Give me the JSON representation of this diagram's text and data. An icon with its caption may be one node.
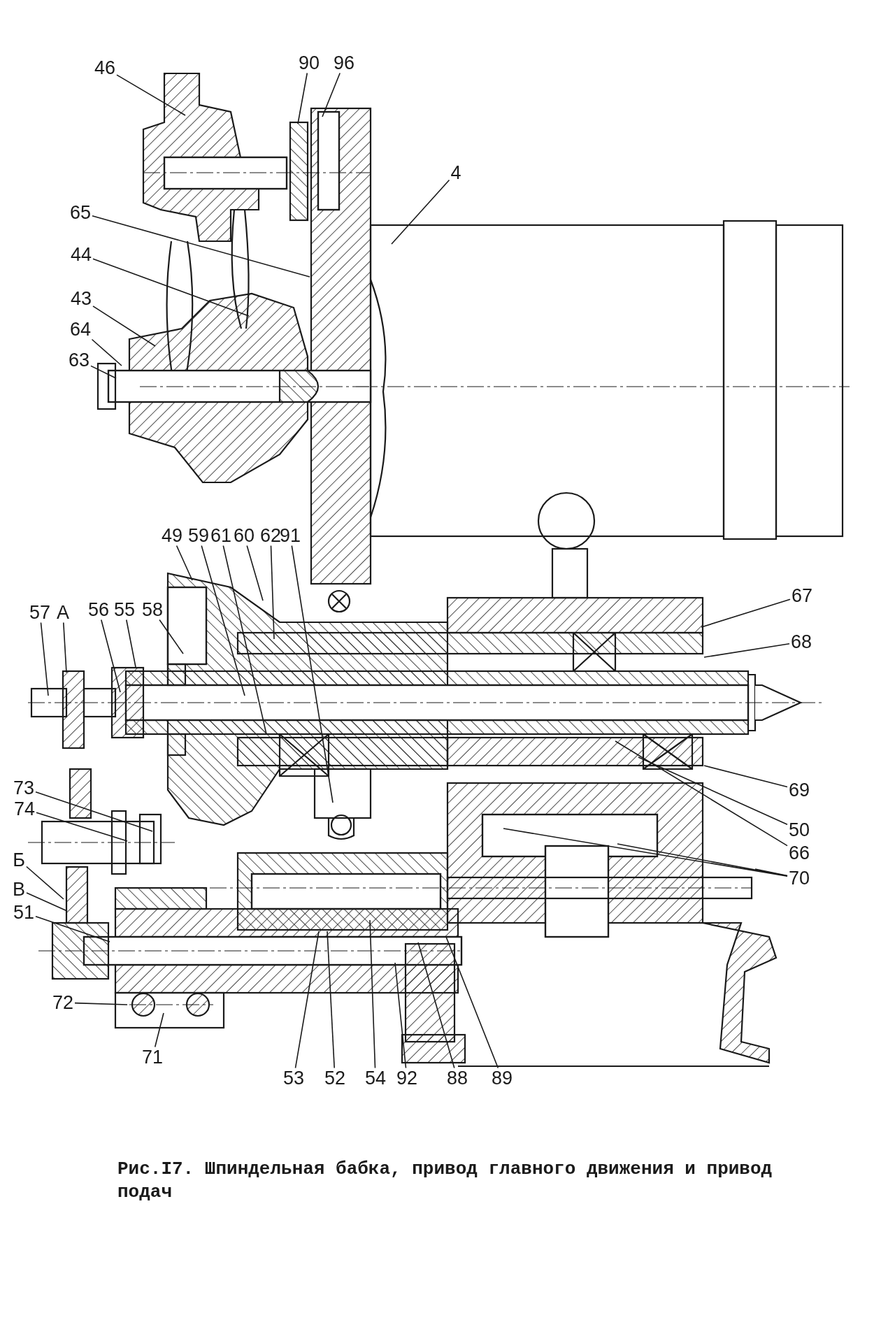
{
  "diagram": {
    "caption": "Рис.I7. Шпиндельная бабка, привод главного движения и привод подач",
    "nodes": [
      {
        "text": [
          "46"
        ]
      },
      {
        "text": [
          "90"
        ]
      },
      {
        "text": [
          "96"
        ]
      },
      {
        "text": [
          "4"
        ]
      },
      {
        "text": [
          "65"
        ]
      },
      {
        "text": [
          "44"
        ]
      },
      {
        "text": [
          "43"
        ]
      },
      {
        "text": [
          "64"
        ]
      },
      {
        "text": [
          "63"
        ]
      },
      {
        "text": [
          "49"
        ]
      },
      {
        "text": [
          "59"
        ]
      },
      {
        "text": [
          "61"
        ]
      },
      {
        "text": [
          "60"
        ]
      },
      {
        "text": [
          "62"
        ]
      },
      {
        "text": [
          "91"
        ]
      },
      {
        "text": [
          "57"
        ]
      },
      {
        "text": [
          "A"
        ]
      },
      {
        "text": [
          "56"
        ]
      },
      {
        "text": [
          "55"
        ]
      },
      {
        "text": [
          "58"
        ]
      },
      {
        "text": [
          "67"
        ]
      },
      {
        "text": [
          "68"
        ]
      },
      {
        "text": [
          "69"
        ]
      },
      {
        "text": [
          "50"
        ]
      },
      {
        "text": [
          "66"
        ]
      },
      {
        "text": [
          "70"
        ]
      },
      {
        "text": [
          "73"
        ]
      },
      {
        "text": [
          "74"
        ]
      },
      {
        "text": [
          "Б"
        ]
      },
      {
        "text": [
          "В"
        ]
      },
      {
        "text": [
          "51"
        ]
      },
      {
        "text": [
          "72"
        ]
      },
      {
        "text": [
          "71"
        ]
      },
      {
        "text": [
          "53"
        ]
      },
      {
        "text": [
          "52"
        ]
      },
      {
        "text": [
          "54"
        ]
      },
      {
        "text": [
          "92"
        ]
      },
      {
        "text": [
          "88"
        ]
      },
      {
        "text": [
          "89"
        ]
      }
    ],
    "edges": [
      {
        "from": 0,
        "to": null,
        "arrow": "none"
      },
      {
        "from": 1,
        "to": null,
        "arrow": "none"
      },
      {
        "from": 2,
        "to": null,
        "arrow": "none"
      },
      {
        "from": 3,
        "to": null,
        "arrow": "none"
      },
      {
        "from": 4,
        "to": null,
        "arrow": "none"
      },
      {
        "from": 5,
        "to": null,
        "arrow": "none"
      },
      {
        "from": 6,
        "to": null,
        "arrow": "none"
      },
      {
        "from": 7,
        "to": null,
        "arrow": "none"
      },
      {
        "from": 8,
        "to": null,
        "arrow": "none"
      },
      {
        "from": 9,
        "to": null,
        "arrow": "none"
      },
      {
        "from": 10,
        "to": null,
        "arrow": "none"
      },
      {
        "from": 11,
        "to": null,
        "arrow": "none"
      },
      {
        "from": 12,
        "to": null,
        "arrow": "none"
      },
      {
        "from": 13,
        "to": null,
        "arrow": "none"
      },
      {
        "from": 14,
        "to": null,
        "arrow": "none"
      },
      {
        "from": 15,
        "to": null,
        "arrow": "none"
      },
      {
        "from": 16,
        "to": null,
        "arrow": "none"
      },
      {
        "from": 17,
        "to": null,
        "arrow": "none"
      },
      {
        "from": 18,
        "to": null,
        "arrow": "none"
      },
      {
        "from": 19,
        "to": null,
        "arrow": "none"
      },
      {
        "from": 20,
        "to": null,
        "arrow": "none"
      },
      {
        "from": 21,
        "to": null,
        "arrow": "none"
      },
      {
        "from": 22,
        "to": null,
        "arrow": "none"
      },
      {
        "from": 23,
        "to": null,
        "arrow": "none"
      },
      {
        "from": 24,
        "to": null,
        "arrow": "none"
      },
      {
        "from": 25,
        "to": null,
        "arrow": "none"
      },
      {
        "from": 25,
        "to": null,
        "arrow": "none"
      },
      {
        "from": 25,
        "to": null,
        "arrow": "none"
      },
      {
        "from": 26,
        "to": null,
        "arrow": "none"
      },
      {
        "from": 27,
        "to": null,
        "arrow": "none"
      },
      {
        "from": 28,
        "to": null,
        "arrow": "none"
      },
      {
        "from": 29,
        "to": null,
        "arrow": "none"
      },
      {
        "from": 30,
        "to": null,
        "arrow": "none"
      },
      {
        "from": 31,
        "to": null,
        "arrow": "none"
      },
      {
        "from": 32,
        "to": null,
        "arrow": "none"
      },
      {
        "from": 33,
        "to": null,
        "arrow": "none"
      },
      {
        "from": 34,
        "to": null,
        "arrow": "none"
      },
      {
        "from": 35,
        "to": null,
        "arrow": "none"
      },
      {
        "from": 36,
        "to": null,
        "arrow": "none"
      },
      {
        "from": 37,
        "to": null,
        "arrow": "none"
      },
      {
        "from": 38,
        "to": null,
        "arrow": "none"
      }
    ]
  }
}
